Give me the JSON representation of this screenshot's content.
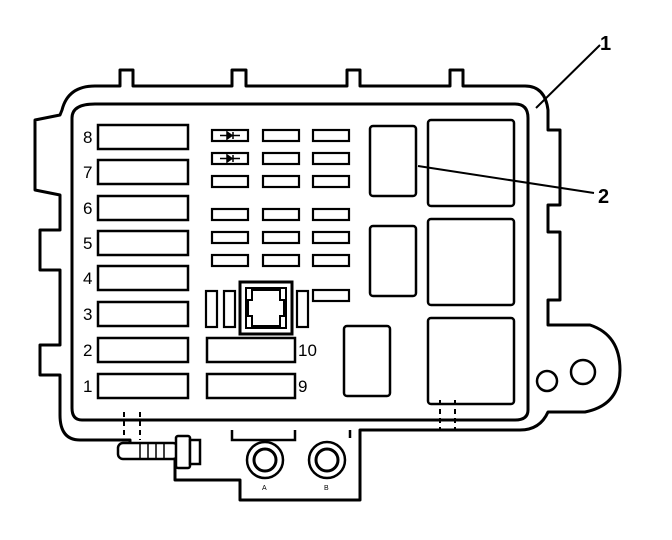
{
  "diagram": {
    "fuse_positions": [
      "8",
      "7",
      "6",
      "5",
      "4",
      "3",
      "2",
      "1"
    ],
    "lower_fuse_positions": [
      "10",
      "9"
    ],
    "callouts": [
      "1",
      "2"
    ],
    "terminals": [
      "A",
      "B"
    ]
  }
}
